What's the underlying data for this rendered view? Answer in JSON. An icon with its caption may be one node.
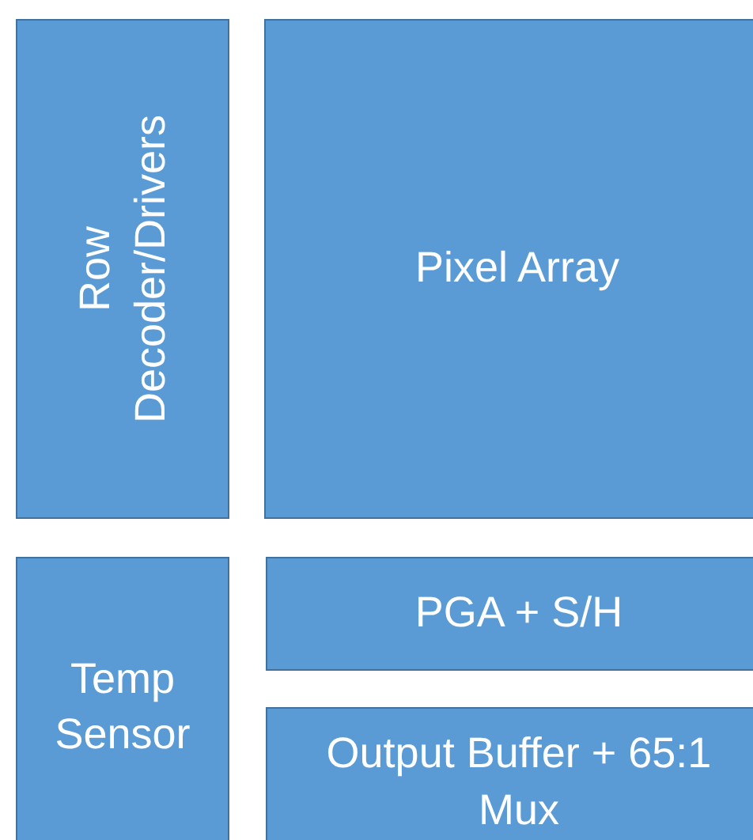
{
  "diagram": {
    "nodes": [
      {
        "text": [
          "Row Decoder/Drivers"
        ]
      },
      {
        "text": [
          "Pixel Array"
        ]
      },
      {
        "text": [
          "Temp Sensor"
        ]
      },
      {
        "text": [
          "PGA + S/H"
        ]
      },
      {
        "text": [
          "Output Buffer + 65:1 Mux"
        ]
      }
    ]
  }
}
